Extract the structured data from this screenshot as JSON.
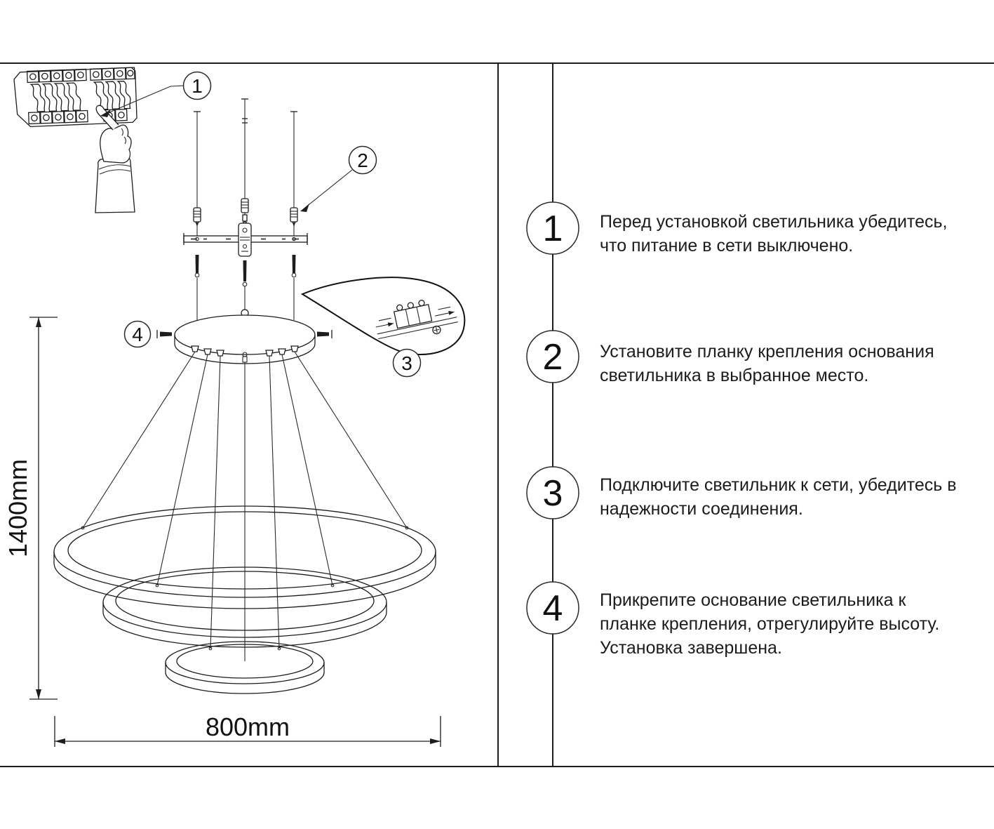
{
  "diagram": {
    "callouts": {
      "c1": "1",
      "c2": "2",
      "c3": "3",
      "c4": "4"
    },
    "dimensions": {
      "height": "1400mm",
      "width": "800mm"
    },
    "colors": {
      "line": "#1d1d1d",
      "text": "#1c1c1c",
      "background": "#ffffff"
    }
  },
  "instructions": {
    "steps": [
      {
        "number": "1",
        "text": "Перед установкой светильника убедитесь,\nчто питание в сети выключено."
      },
      {
        "number": "2",
        "text": "Установите планку крепления основания\nсветильника в выбранное место."
      },
      {
        "number": "3",
        "text": "Подключите светильник к сети, убедитесь в\nнадежности соединения."
      },
      {
        "number": "4",
        "text": "Прикрепите основание светильника к\nпланке крепления, отрегулируйте высоту.\nУстановка завершена."
      }
    ]
  }
}
